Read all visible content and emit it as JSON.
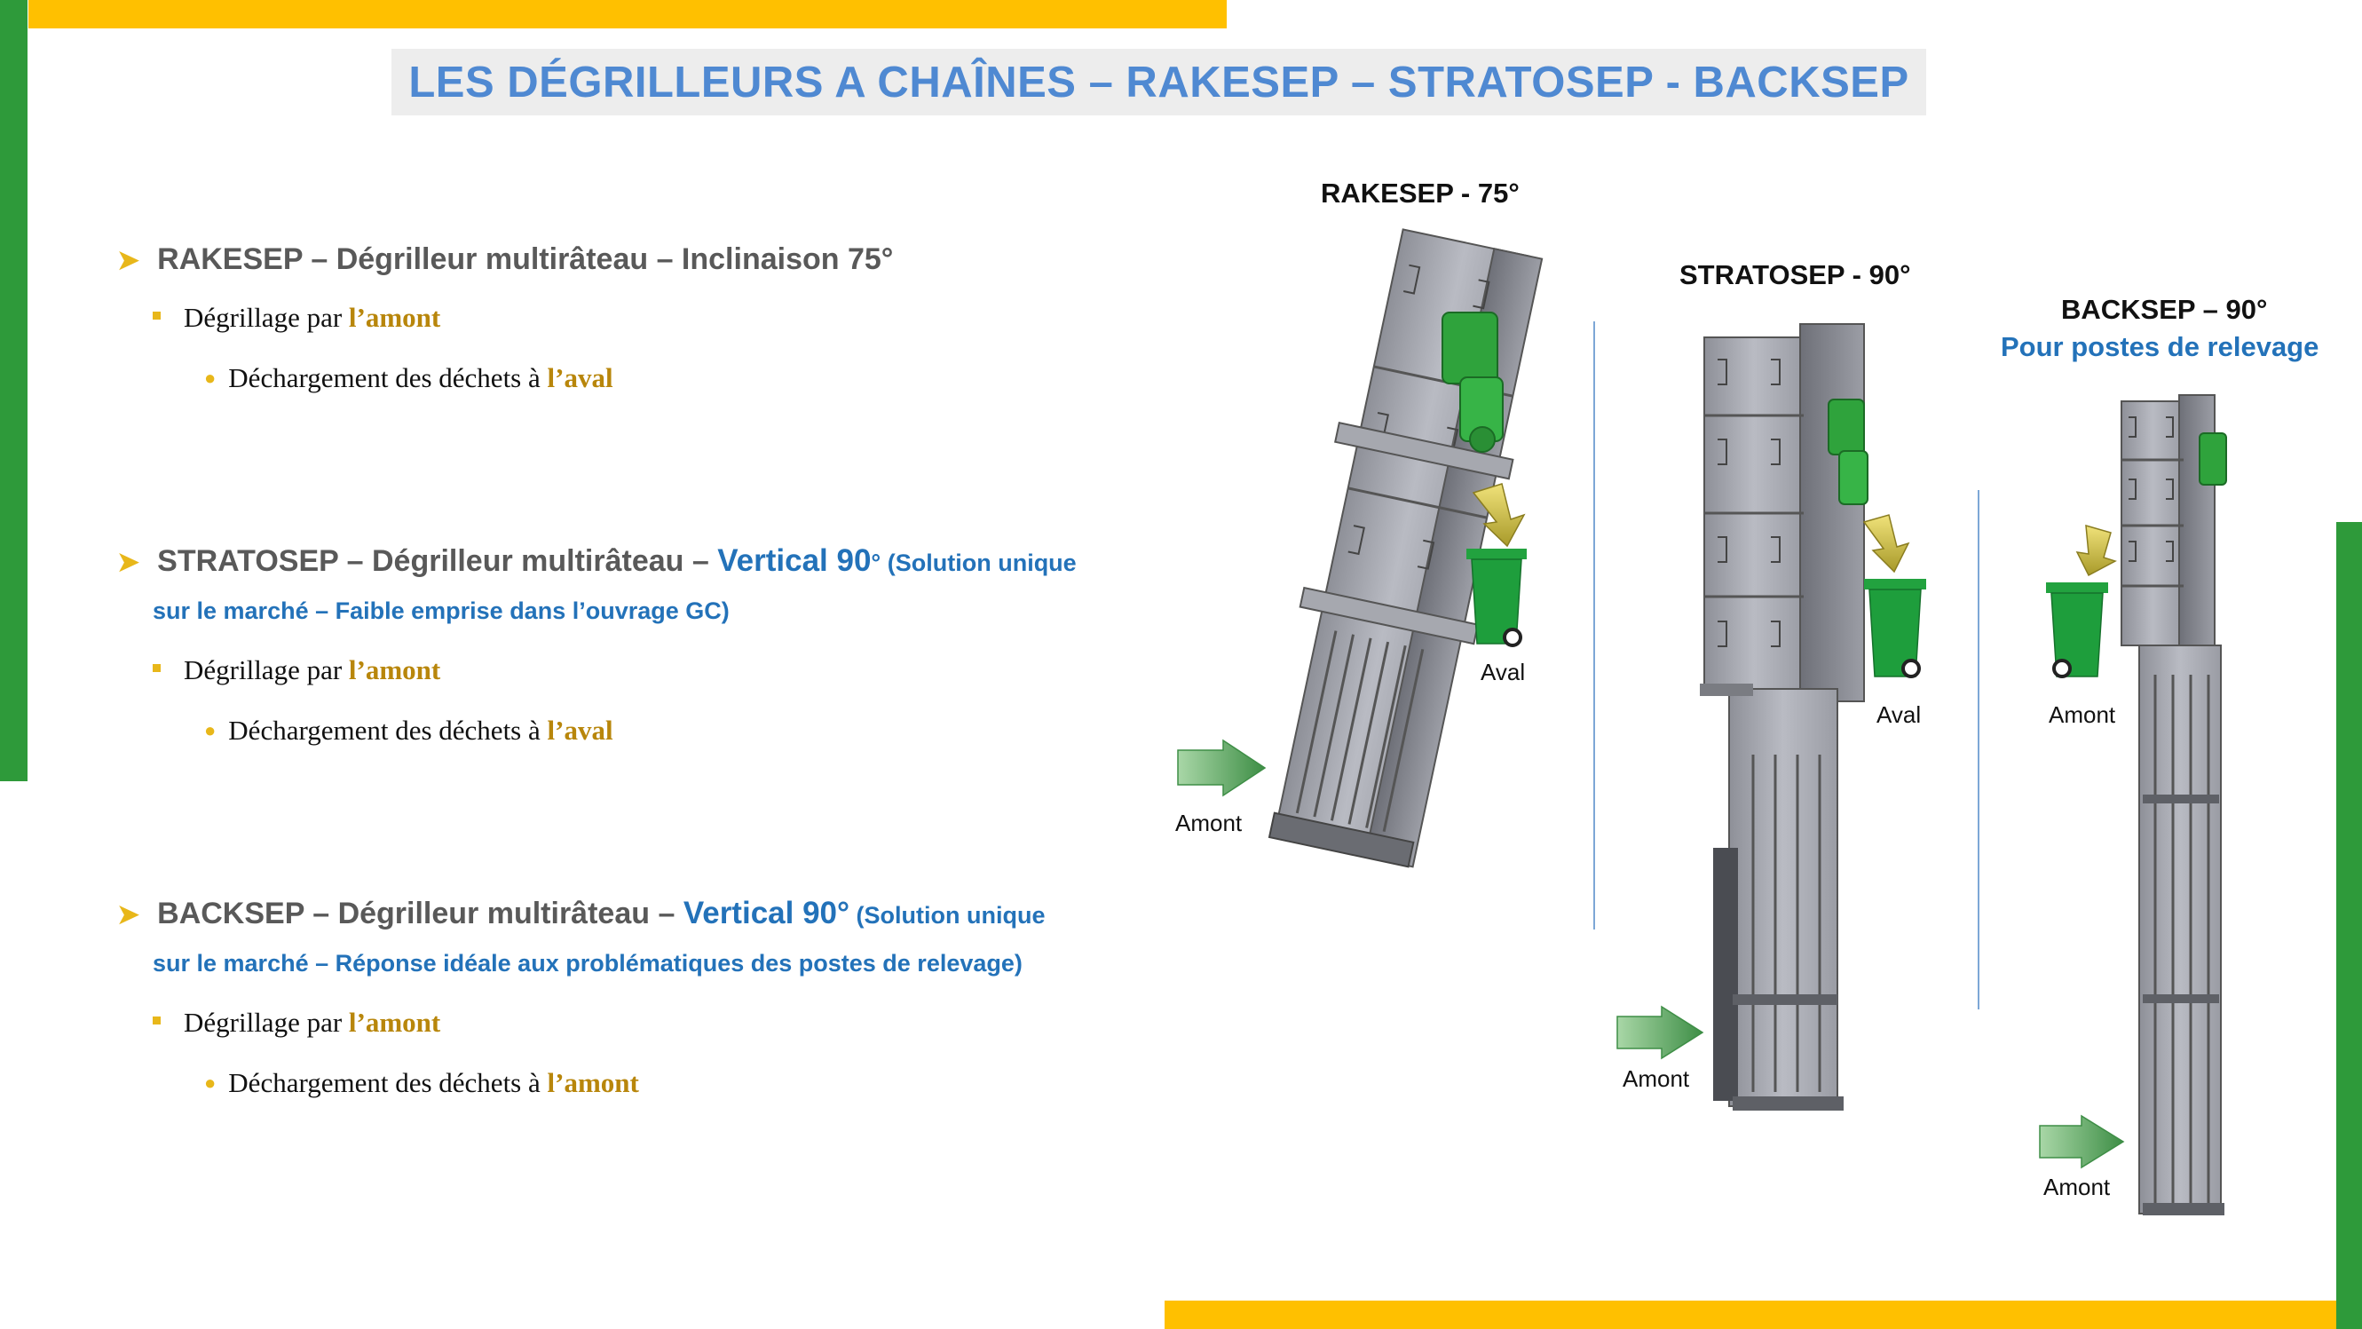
{
  "title": "LES DÉGRILLEURS A CHAÎNES – RAKESEP – STRATOSEP - BACKSEP",
  "bullets": {
    "rakesep": {
      "main": "RAKESEP – Dégrilleur multirâteau – Inclinaison 75°",
      "sub_prefix": "Dégrillage par ",
      "sub_value": "l’amont",
      "subsub_prefix": "Déchargement des déchets à ",
      "subsub_value": "l’aval"
    },
    "stratosep": {
      "main_prefix": "STRATOSEP – Dégrilleur multirâteau – ",
      "main_highlight": "Vertical 90",
      "main_deg": "°",
      "main_note": " (Solution unique",
      "continuation": "sur le marché – Faible emprise dans l’ouvrage GC)",
      "sub_prefix": "Dégrillage par ",
      "sub_value": "l’amont",
      "subsub_prefix": "Déchargement des déchets à ",
      "subsub_value": "l’aval"
    },
    "backsep": {
      "main_prefix": "BACKSEP – Dégrilleur multirâteau  – ",
      "main_highlight": "Vertical 90°",
      "main_note": " (Solution unique",
      "continuation": "sur le marché – Réponse idéale aux problématiques des postes de relevage)",
      "sub_prefix": "Dégrillage par ",
      "sub_value": "l’amont",
      "subsub_prefix": "Déchargement des déchets à ",
      "subsub_value": "l’amont"
    }
  },
  "products": {
    "rakesep": {
      "label": "RAKESEP - 75°",
      "bin_label": "Aval",
      "inlet_label": "Amont"
    },
    "stratosep": {
      "label": "STRATOSEP - 90°",
      "bin_label": "Aval",
      "inlet_label": "Amont"
    },
    "backsep": {
      "label": "BACKSEP – 90°",
      "sublabel": "Pour postes de relevage",
      "bin_label": "Amont",
      "inlet_label": "Amont"
    }
  },
  "colors": {
    "accent_yellow": "#FFC000",
    "accent_green": "#2E9A3A",
    "title_blue": "#4F89D2",
    "text_blue": "#2372B9",
    "highlight_gold": "#B8860B",
    "bin_green": "#1E9E3C"
  },
  "icons": [
    "bullet-arrow-icon",
    "bullet-square-icon",
    "bullet-dot-icon",
    "flow-arrow-icon",
    "waste-bin-icon",
    "discharge-arrow-icon",
    "motor-icon"
  ]
}
